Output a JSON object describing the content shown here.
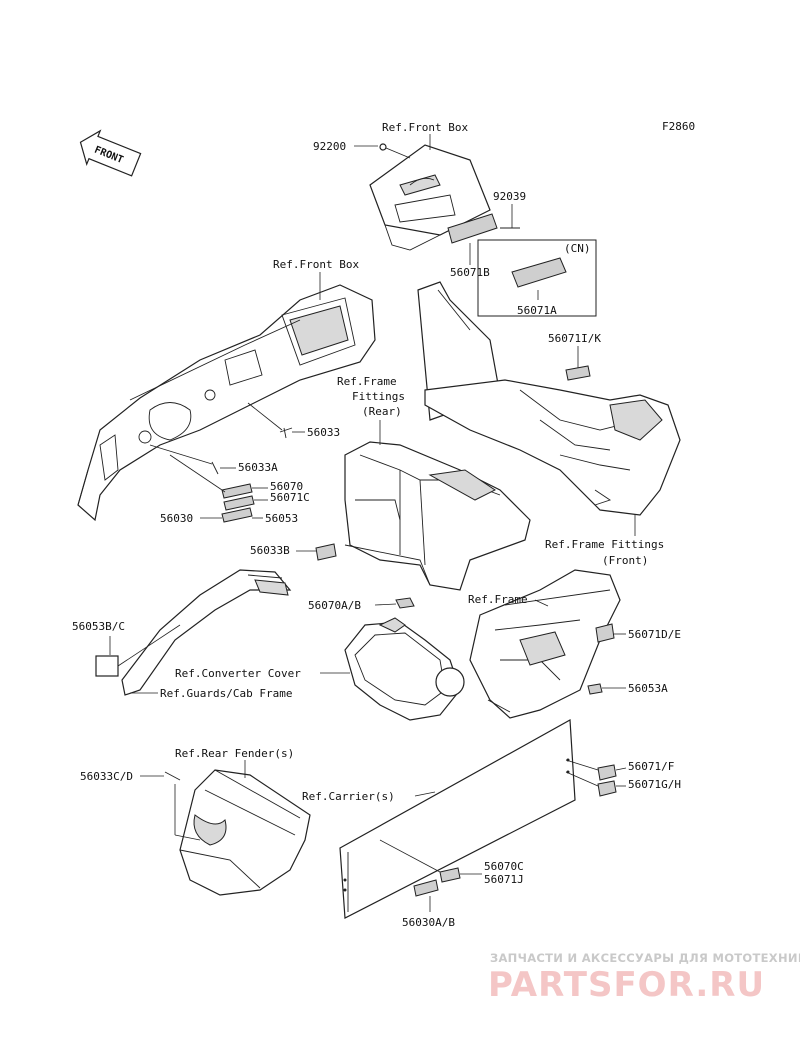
{
  "figure_code": "F2860",
  "front_arrow": "FRONT",
  "labels": {
    "ref_front_box_top": "Ref.Front Box",
    "p92200": "92200",
    "p92039": "92039",
    "cn": "(CN)",
    "p56071B": "56071B",
    "p56071A": "56071A",
    "ref_front_box_left": "Ref.Front Box",
    "p56071IK": "56071I/K",
    "ref_frame_fittings_rear_1": "Ref.Frame",
    "ref_frame_fittings_rear_2": "Fittings",
    "ref_frame_fittings_rear_3": "(Rear)",
    "p56033": "56033",
    "p56033A": "56033A",
    "p56070": "56070",
    "p56071C": "56071C",
    "p56030": "56030",
    "p56053": "56053",
    "ref_frame_fittings_front_1": "Ref.Frame Fittings",
    "ref_frame_fittings_front_2": "(Front)",
    "p56033B": "56033B",
    "ref_frame": "Ref.Frame",
    "p56070AB": "56070A/B",
    "p56053BC": "56053B/C",
    "p56071DE": "56071D/E",
    "ref_converter_cover": "Ref.Converter Cover",
    "p56053A": "56053A",
    "ref_guards_cab_frame": "Ref.Guards/Cab Frame",
    "ref_rear_fender": "Ref.Rear Fender(s)",
    "p56071F": "56071/F",
    "p56033CD": "56033C/D",
    "p56071GH": "56071G/H",
    "ref_carrier": "Ref.Carrier(s)",
    "p56070C": "56070C",
    "p56071J": "56071J",
    "p56030AB": "56030A/B"
  },
  "watermark": {
    "tagline": "ЗАПЧАСТИ И АКСЕССУАРЫ ДЛЯ МОТОТЕХНИКИ",
    "logo": "PARTSFOR.RU"
  }
}
